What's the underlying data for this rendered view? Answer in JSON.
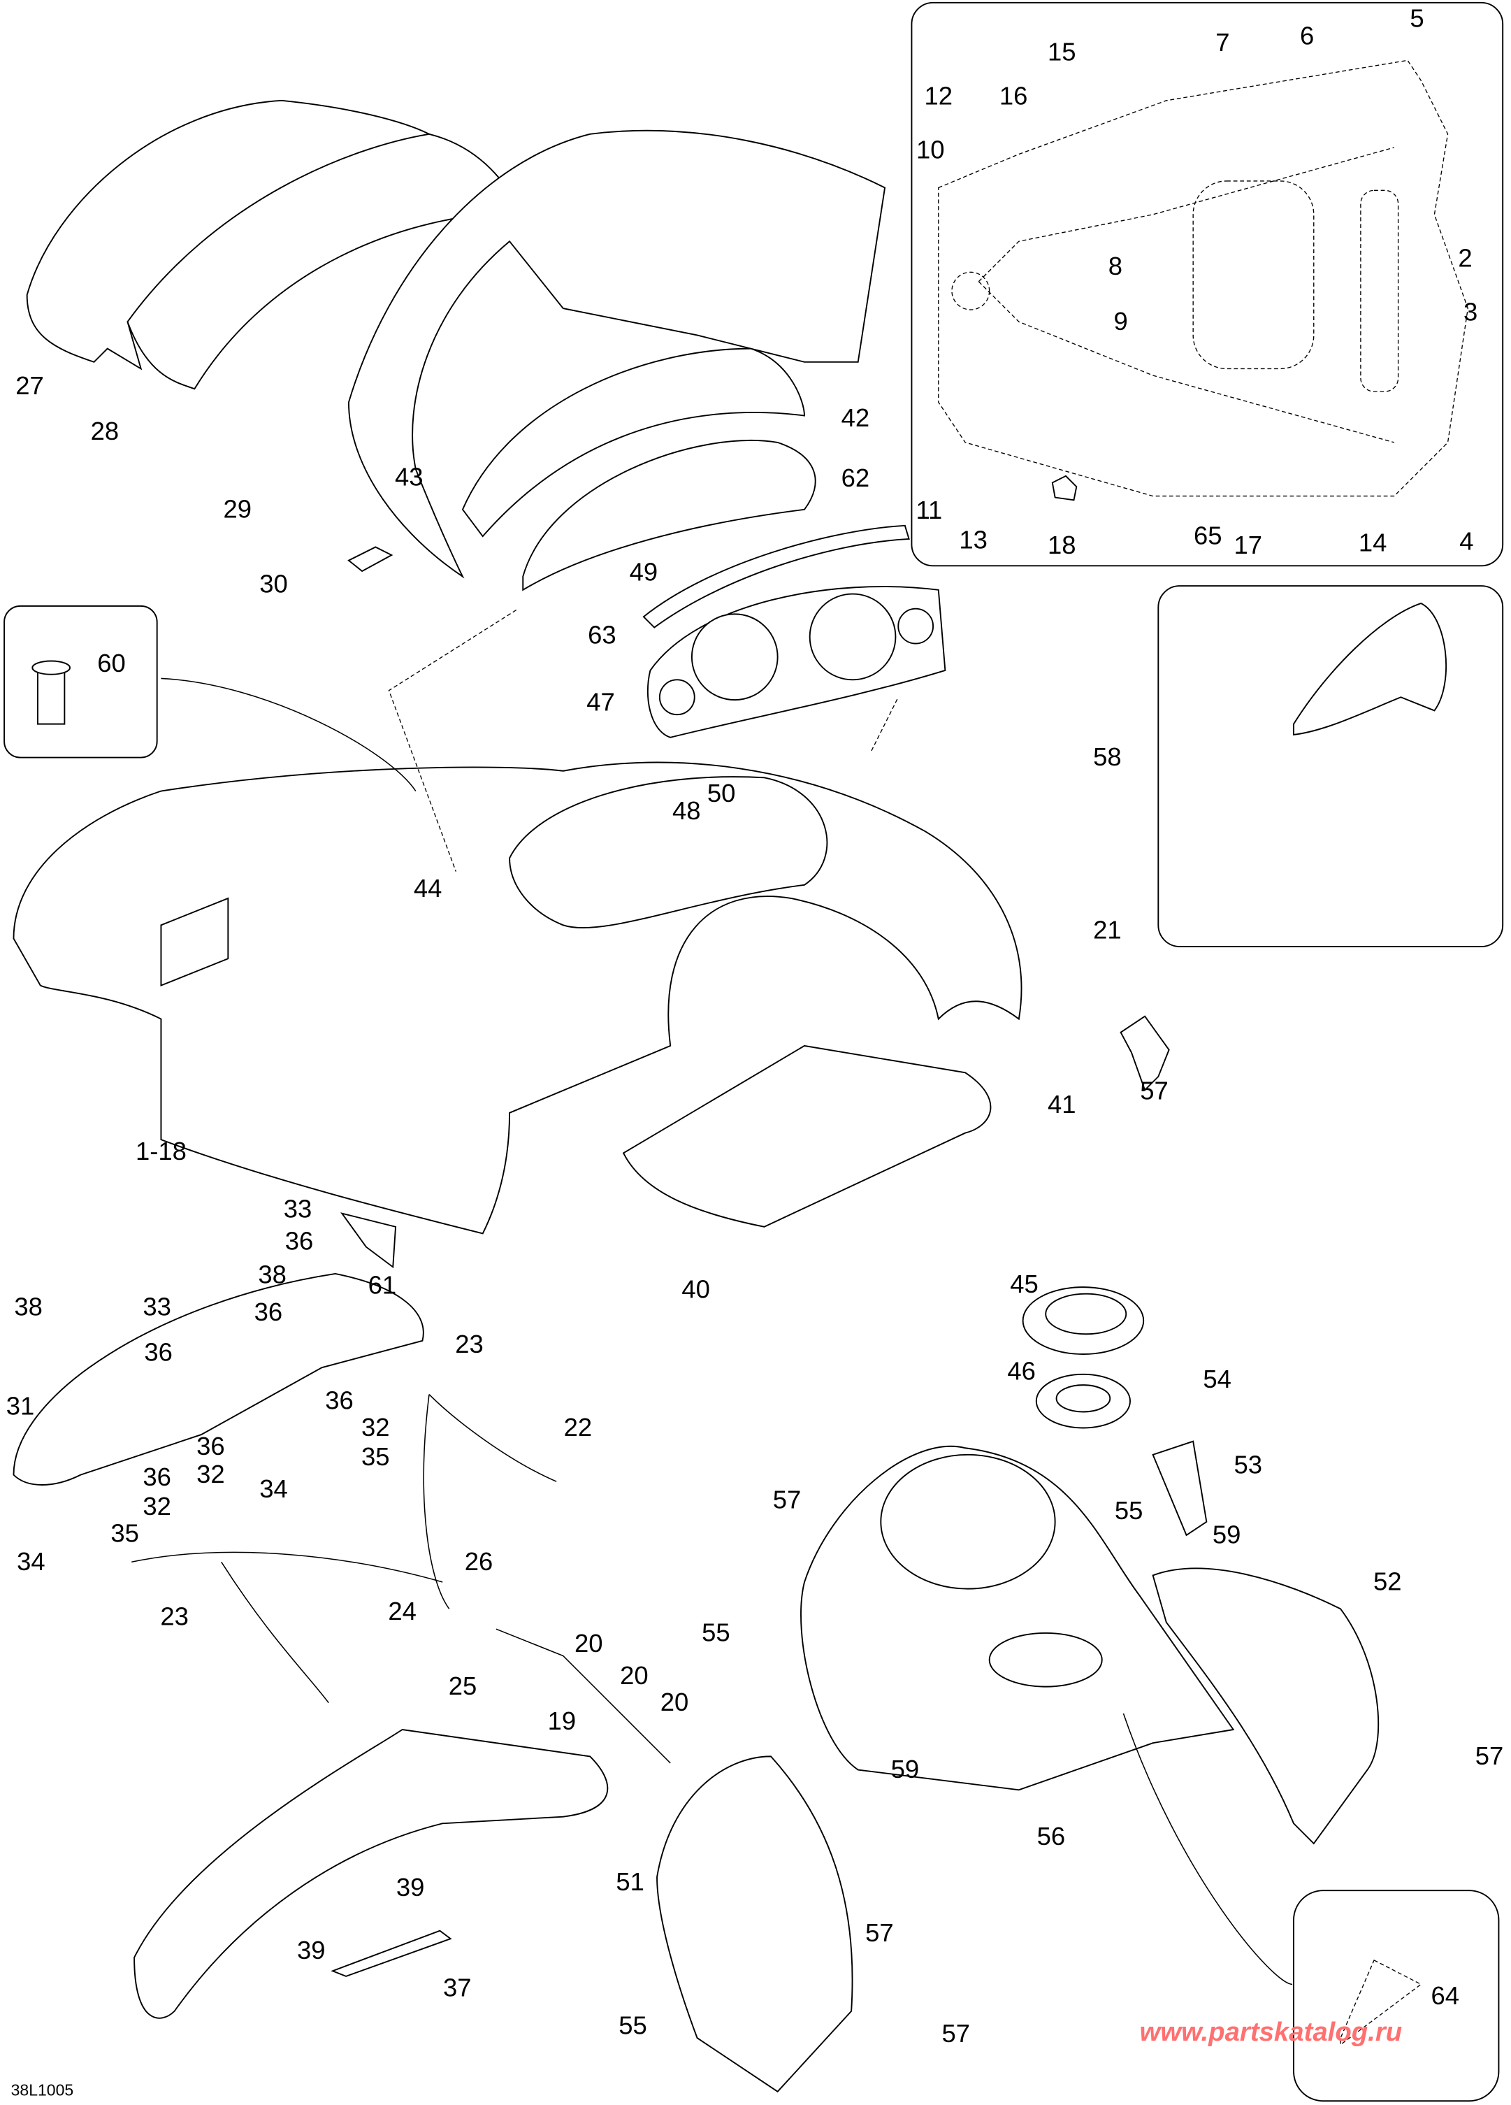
{
  "drawing_code": "38L1005",
  "watermark": "www.partskatalog.ru",
  "callouts": [
    "5",
    "6",
    "7",
    "15",
    "12",
    "16",
    "10",
    "2",
    "8",
    "9",
    "3",
    "11",
    "13",
    "18",
    "65",
    "17",
    "14",
    "4",
    "27",
    "28",
    "29",
    "30",
    "43",
    "42",
    "62",
    "49",
    "63",
    "47",
    "60",
    "58",
    "48",
    "50",
    "44",
    "21",
    "57",
    "41",
    "1-18",
    "40",
    "33",
    "36",
    "38",
    "61",
    "38",
    "33",
    "36",
    "36",
    "23",
    "31",
    "36",
    "32",
    "22",
    "36",
    "35",
    "32",
    "34",
    "36",
    "32",
    "35",
    "34",
    "45",
    "46",
    "54",
    "53",
    "57",
    "55",
    "59",
    "26",
    "52",
    "24",
    "23",
    "20",
    "55",
    "25",
    "20",
    "20",
    "19",
    "59",
    "57",
    "56",
    "39",
    "51",
    "57",
    "39",
    "37",
    "55",
    "64",
    "57"
  ]
}
